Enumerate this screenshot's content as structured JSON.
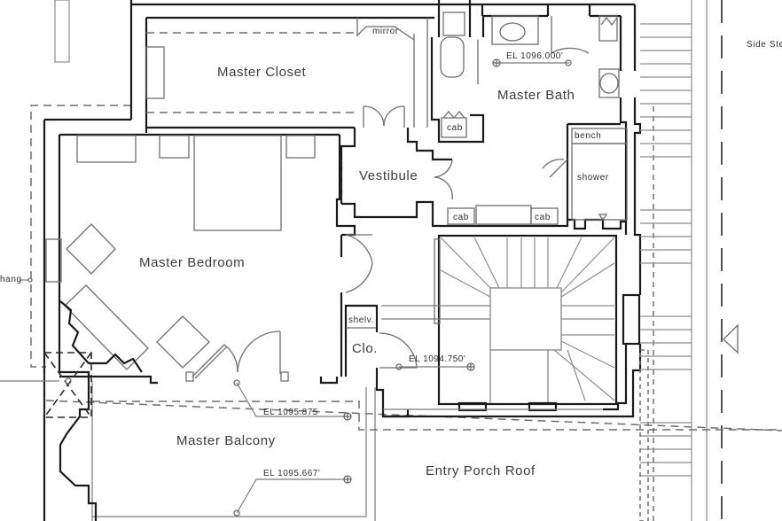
{
  "drawing": {
    "type": "architectural floor plan",
    "rooms": {
      "master_closet": "Master Closet",
      "master_bath": "Master Bath",
      "vestibule": "Vestibule",
      "master_bedroom": "Master Bedroom",
      "closet": "Clo.",
      "master_balcony": "Master Balcony",
      "entry_porch_roof": "Entry Porch Roof",
      "side_steps": "Side Ste"
    },
    "fixtures": {
      "mirror": "mirror",
      "cab_1": "cab",
      "cab_2": "cab",
      "cab_3": "cab",
      "bench": "bench",
      "shower": "shower",
      "shelving": "shelv.",
      "overhang_partial": "hang"
    },
    "elevations": {
      "bath": "EL 1096.000'",
      "hall": "EL 1094.750'",
      "balcony_top": "EL 1095.875",
      "balcony_bottom": "EL 1095.667'"
    },
    "colors": {
      "wall": "#1a1a1a",
      "fixture": "#6e6e6e",
      "text": "#3c3c3c",
      "background": "#ffffff"
    }
  }
}
